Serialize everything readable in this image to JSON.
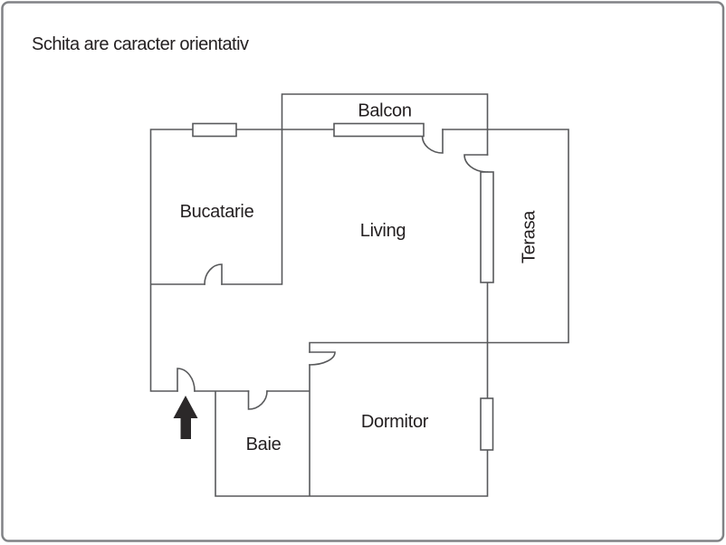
{
  "title": "Schita are caracter orientativ",
  "rooms": {
    "bucatarie": {
      "label": "Bucatarie"
    },
    "living": {
      "label": "Living"
    },
    "balcon": {
      "label": "Balcon"
    },
    "terasa": {
      "label": "Terasa"
    },
    "dormitor": {
      "label": "Dormitor"
    },
    "baie": {
      "label": "Baie"
    }
  },
  "entrance": {
    "icon": "up-arrow"
  },
  "colors": {
    "wall": "#58595b",
    "text": "#231f20",
    "arrow": "#2b2829",
    "border": "#808285",
    "background": "#ffffff"
  }
}
